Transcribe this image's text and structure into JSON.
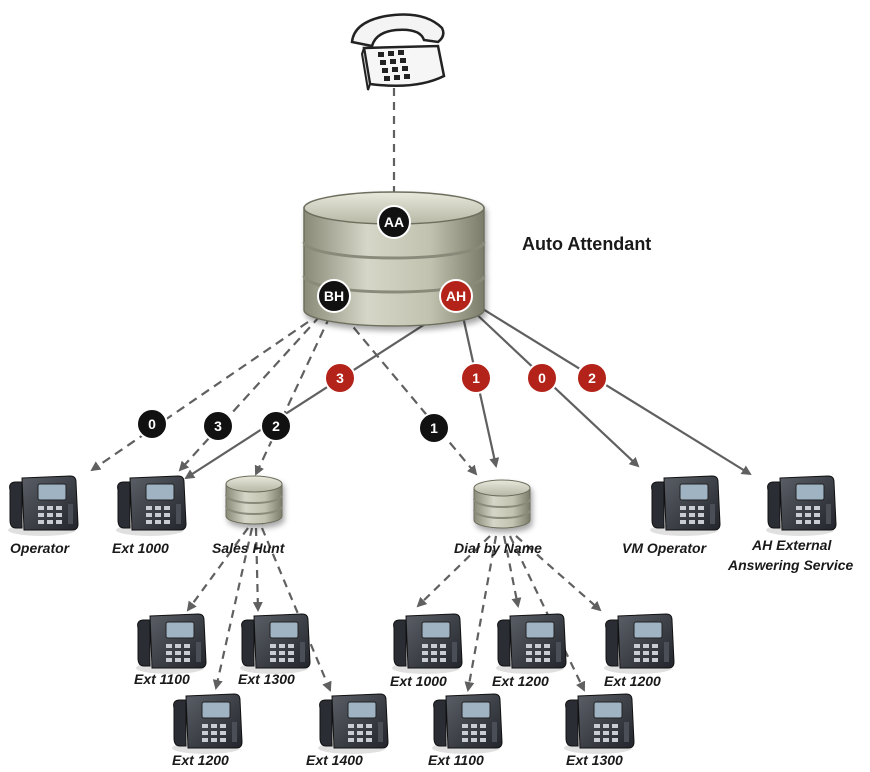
{
  "title": "Auto Attendant",
  "colors": {
    "black_badge": "#111111",
    "red_badge": "#b3231a",
    "arrow": "#606060"
  },
  "nodes": {
    "aa": "AA",
    "bh": "BH",
    "ah": "AH"
  },
  "badges": {
    "bh_0": "0",
    "bh_3": "3",
    "bh_2": "2",
    "bh_1": "1",
    "ah_3": "3",
    "ah_1": "1",
    "ah_0": "0",
    "ah_2": "2"
  },
  "labels": {
    "operator": "Operator",
    "ext_1000_top": "Ext  1000",
    "sales_hunt": "Sales Hunt",
    "dial_by_name": "Dial by Name",
    "vm_operator": "VM Operator",
    "ah_external_line1": "AH External",
    "ah_external_line2": "Answering Service",
    "sh_ext_1100": "Ext 1100",
    "sh_ext_1300": "Ext 1300",
    "sh_ext_1200": "Ext 1200",
    "sh_ext_1400": "Ext 1400",
    "dn_ext_1000": "Ext 1000",
    "dn_ext_1200a": "Ext 1200",
    "dn_ext_1200b": "Ext 1200",
    "dn_ext_1100": "Ext 1100",
    "dn_ext_1300": "Ext 1300"
  }
}
